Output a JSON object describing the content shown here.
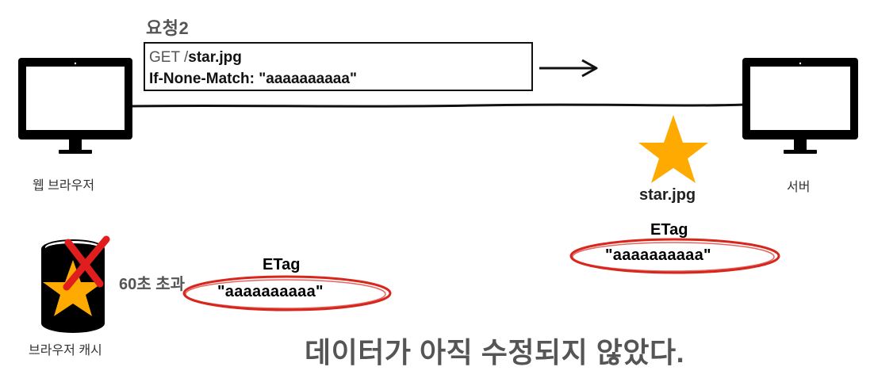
{
  "request": {
    "title": "요청2",
    "line1_method": "GET /",
    "line1_path": "star.jpg",
    "line2": "If-None-Match: \"aaaaaaaaaa\""
  },
  "browser": {
    "label": "웹 브라우저"
  },
  "server": {
    "label": "서버",
    "resource": "star.jpg",
    "etag_title": "ETag",
    "etag_value": "\"aaaaaaaaaa\""
  },
  "cache": {
    "label": "브라우저 캐시",
    "expired_text": "60초 초과",
    "etag_title": "ETag",
    "etag_value": "\"aaaaaaaaaa\""
  },
  "conclusion": "데이터가 아직 수정되지 않았다.",
  "colors": {
    "monitor": "#000000",
    "star": "#FFAA00",
    "x_mark": "#E01E1E",
    "highlight_ellipse": "#D9261C",
    "text_gray": "#555555"
  }
}
